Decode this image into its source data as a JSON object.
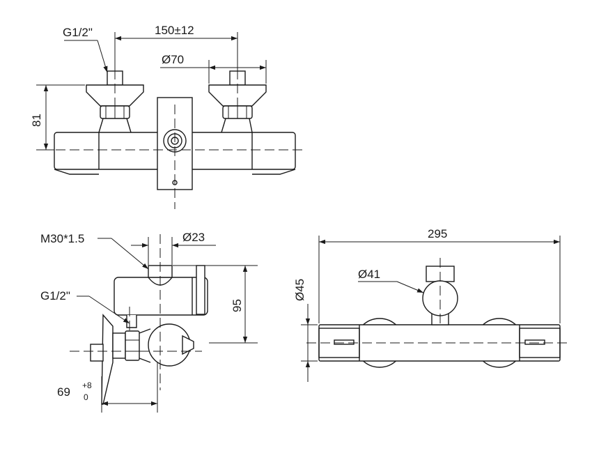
{
  "labels": {
    "thread_top": "G1/2\"",
    "spacing": "150±12",
    "handle_diameter": "Ø70",
    "height_top": "81",
    "inlet_thread": "M30*1.5",
    "inlet_diameter": "Ø23",
    "thread_side": "G1/2\"",
    "height_side": "95",
    "projection": "69",
    "tolerance_plus": "+8",
    "tolerance_zero": "0",
    "total_length": "295",
    "knob_diameter": "Ø41",
    "body_diameter": "Ø45"
  }
}
